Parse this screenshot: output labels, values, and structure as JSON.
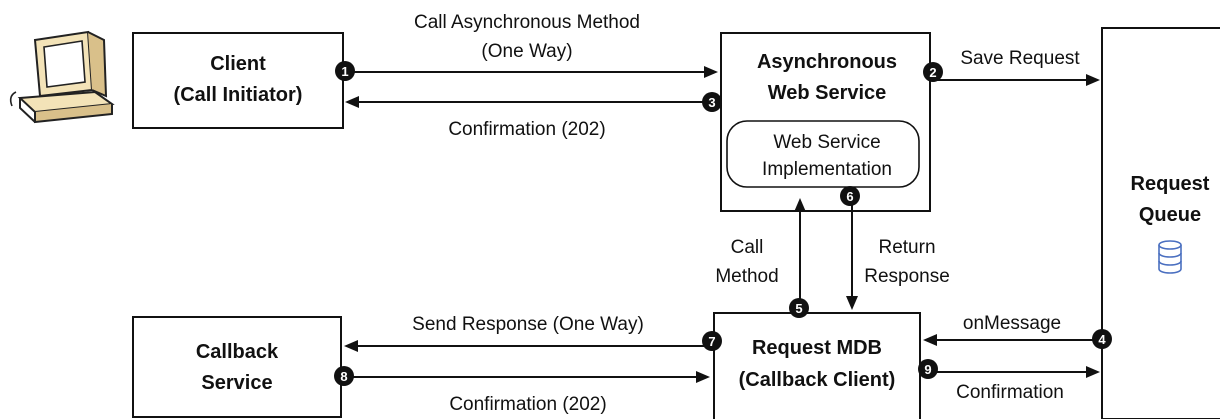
{
  "boxes": {
    "client": [
      "Client",
      "(Call Initiator)"
    ],
    "async": [
      "Asynchronous",
      "Web Service"
    ],
    "impl": [
      "Web Service",
      "Implementation"
    ],
    "queue": [
      "Request",
      "Queue"
    ],
    "callback": [
      "Callback",
      "Service"
    ],
    "mdb": [
      "Request MDB",
      "(Callback Client)"
    ]
  },
  "labels": {
    "call_async_1": "Call Asynchronous Method",
    "call_async_2": "(One Way)",
    "confirm_top": "Confirmation (202)",
    "save_request": "Save Request",
    "call_method_1": "Call",
    "call_method_2": "Method",
    "return_response_1": "Return",
    "return_response_2": "Response",
    "send_response": "Send Response (One Way)",
    "confirm_bottom": "Confirmation (202)",
    "on_message": "onMessage",
    "confirmation": "Confirmation"
  },
  "steps": [
    "1",
    "2",
    "3",
    "4",
    "5",
    "6",
    "7",
    "8",
    "9"
  ],
  "icons": {
    "computer": "computer-icon",
    "database": "database-icon"
  }
}
